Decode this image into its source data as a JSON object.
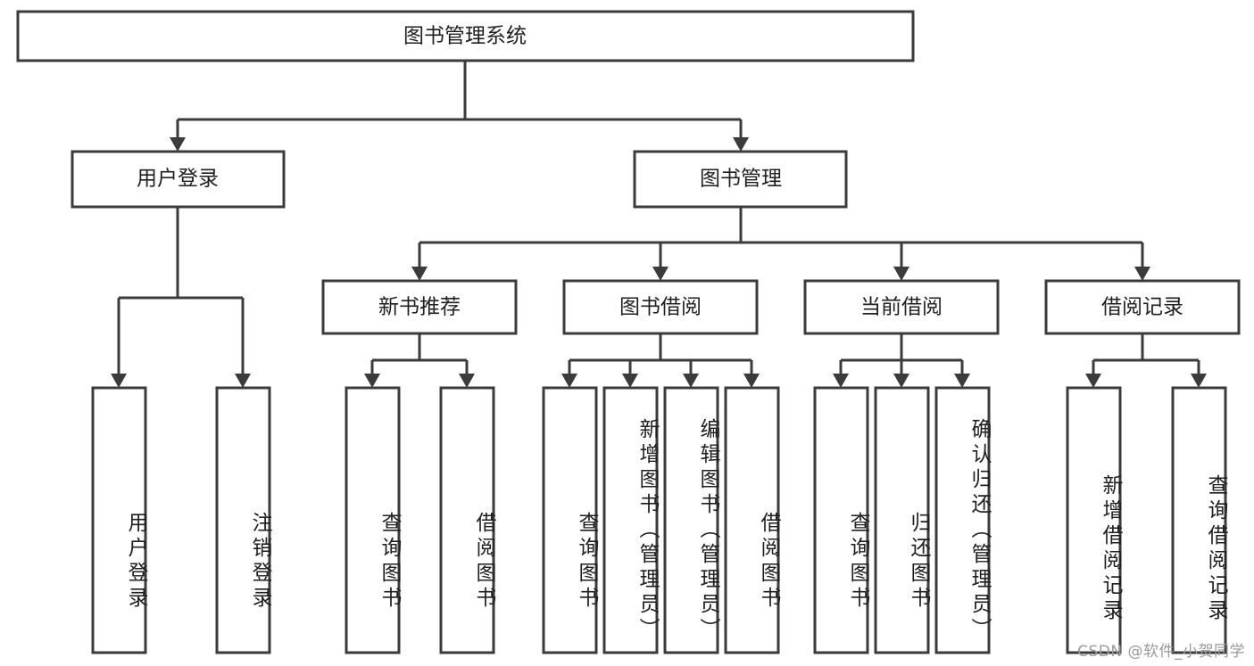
{
  "diagram": {
    "title": "图书管理系统",
    "type": "tree",
    "orientation": "top-down",
    "root": {
      "id": "root",
      "label": "图书管理系统",
      "text_orientation": "horizontal"
    },
    "level1": [
      {
        "id": "user-login",
        "label": "用户登录",
        "text_orientation": "horizontal"
      },
      {
        "id": "book-management",
        "label": "图书管理",
        "text_orientation": "horizontal"
      }
    ],
    "level2": [
      {
        "id": "new-book-recommend",
        "label": "新书推荐",
        "parent": "book-management",
        "text_orientation": "horizontal"
      },
      {
        "id": "book-borrow",
        "label": "图书借阅",
        "parent": "book-management",
        "text_orientation": "horizontal"
      },
      {
        "id": "current-borrow",
        "label": "当前借阅",
        "parent": "book-management",
        "text_orientation": "horizontal"
      },
      {
        "id": "borrow-record",
        "label": "借阅记录",
        "parent": "book-management",
        "text_orientation": "horizontal"
      }
    ],
    "leaves": [
      {
        "id": "leaf-user-login",
        "label": "用户登录",
        "parent": "user-login",
        "text_orientation": "vertical"
      },
      {
        "id": "leaf-user-logout",
        "label": "注销登录",
        "parent": "user-login",
        "text_orientation": "vertical"
      },
      {
        "id": "leaf-query-book-1",
        "label": "查询图书",
        "parent": "new-book-recommend",
        "text_orientation": "vertical"
      },
      {
        "id": "leaf-borrow-book-1",
        "label": "借阅图书",
        "parent": "new-book-recommend",
        "text_orientation": "vertical"
      },
      {
        "id": "leaf-query-book-2",
        "label": "查询图书",
        "parent": "book-borrow",
        "text_orientation": "vertical"
      },
      {
        "id": "leaf-add-book",
        "label": "新增图书（管理员）",
        "parent": "book-borrow",
        "text_orientation": "vertical"
      },
      {
        "id": "leaf-edit-book",
        "label": "编辑图书（管理员）",
        "parent": "book-borrow",
        "text_orientation": "vertical"
      },
      {
        "id": "leaf-borrow-book-2",
        "label": "借阅图书",
        "parent": "book-borrow",
        "text_orientation": "vertical"
      },
      {
        "id": "leaf-query-book-3",
        "label": "查询图书",
        "parent": "current-borrow",
        "text_orientation": "vertical"
      },
      {
        "id": "leaf-return-book",
        "label": "归还图书",
        "parent": "current-borrow",
        "text_orientation": "vertical"
      },
      {
        "id": "leaf-confirm-return",
        "label": "确认归还（管理员）",
        "parent": "current-borrow",
        "text_orientation": "vertical"
      },
      {
        "id": "leaf-add-record",
        "label": "新增借阅记录",
        "parent": "borrow-record",
        "text_orientation": "vertical"
      },
      {
        "id": "leaf-query-record",
        "label": "查询借阅记录",
        "parent": "borrow-record",
        "text_orientation": "vertical"
      }
    ],
    "colors": {
      "box_stroke": "#3b3b3b",
      "box_fill": "#ffffff",
      "connector": "#3b3b3b",
      "text": "#1f1f1f",
      "background": "#ffffff",
      "watermark": "#9a9a9a"
    }
  },
  "watermark": {
    "text": "CSDN @软件_小贺同学"
  }
}
